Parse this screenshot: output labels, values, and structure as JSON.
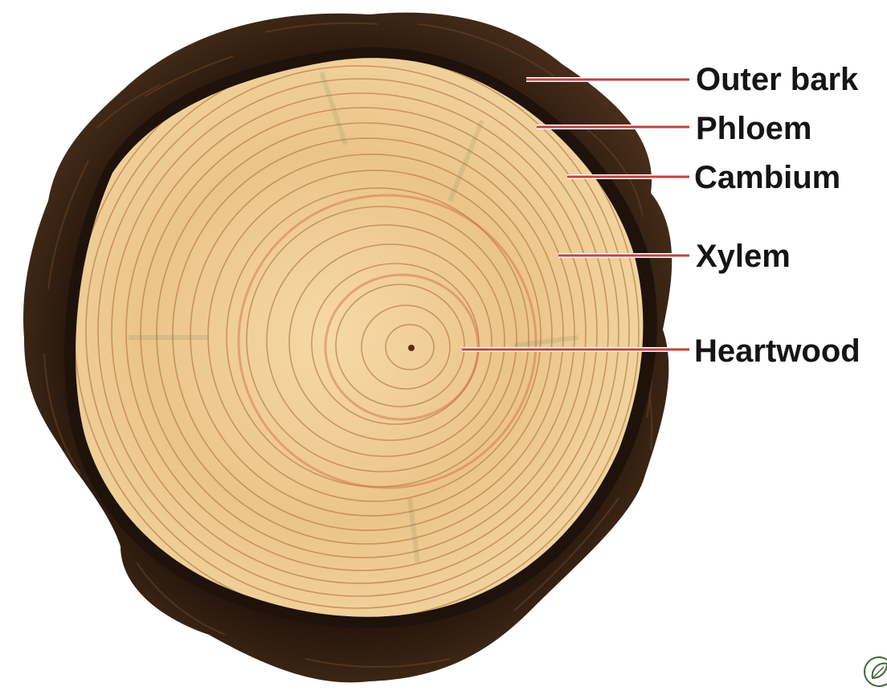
{
  "diagram": {
    "subject": "tree trunk cross-section",
    "labels": [
      {
        "id": "outer-bark",
        "text": "Outer bark"
      },
      {
        "id": "phloem",
        "text": "Phloem"
      },
      {
        "id": "cambium",
        "text": "Cambium"
      },
      {
        "id": "xylem",
        "text": "Xylem"
      },
      {
        "id": "heartwood",
        "text": "Heartwood"
      }
    ],
    "colors": {
      "bark": "#3a2414",
      "bark_dark": "#24150b",
      "wood_light": "#f0cc93",
      "wood": "#e3b274",
      "ring": "#b87d47",
      "heartwood_ring": "#cf6a3e",
      "leader_line": "#c0433c",
      "label": "#151515"
    },
    "icons": {
      "logo": "leaf-circle-icon"
    }
  }
}
